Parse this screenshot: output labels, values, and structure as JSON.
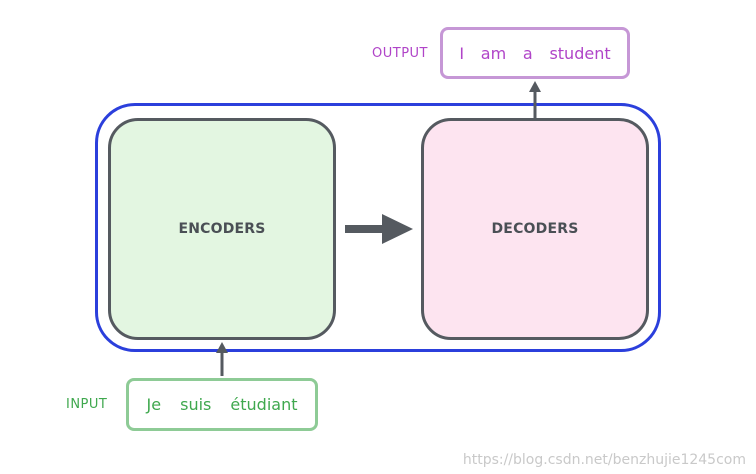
{
  "diagram": {
    "encoder_label": "ENCODERS",
    "decoder_label": "DECODERS",
    "input": {
      "label": "INPUT",
      "tokens": [
        "Je",
        "suis",
        "étudiant"
      ]
    },
    "output": {
      "label": "OUTPUT",
      "tokens": [
        "I",
        "am",
        "a",
        "student"
      ]
    },
    "colors": {
      "frame": "#2b3fdc",
      "encoder_fill": "#e3f6e1",
      "decoder_fill": "#fde4f0",
      "block_border": "#555a60",
      "input_text": "#3fa84e",
      "output_text": "#b044c8"
    }
  },
  "watermark": "https://blog.csdn.net/benzhujie1245com"
}
